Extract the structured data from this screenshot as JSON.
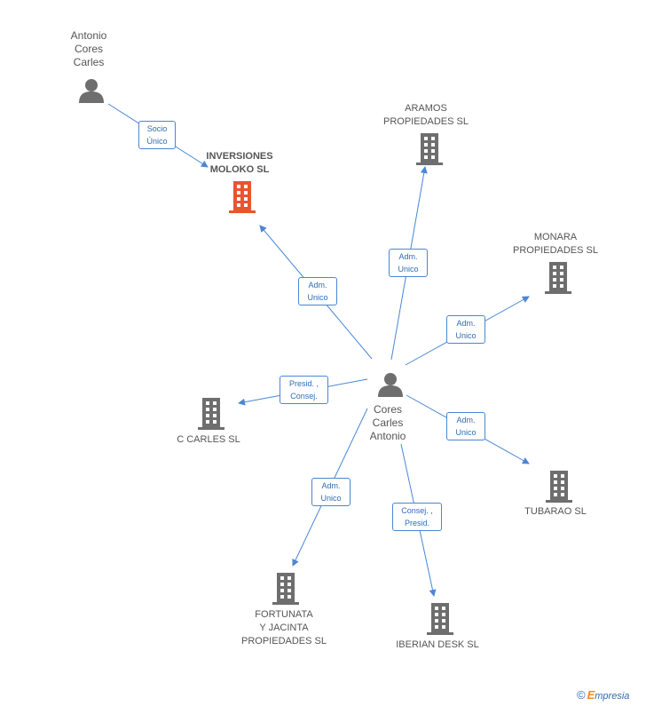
{
  "colors": {
    "edge": "#4a86d4",
    "building_default": "#6e6e6e",
    "building_focus": "#e8552e",
    "person": "#6e6e6e"
  },
  "nodes": {
    "antonio": {
      "lines": [
        "Antonio",
        "Cores",
        "Carles"
      ],
      "icon": "person-icon"
    },
    "inversiones": {
      "lines": [
        "INVERSIONES",
        "MOLOKO SL"
      ],
      "icon": "building-icon"
    },
    "aramos": {
      "lines": [
        "ARAMOS",
        "PROPIEDADES SL"
      ],
      "icon": "building-icon"
    },
    "monara": {
      "lines": [
        "MONARA",
        "PROPIEDADES SL"
      ],
      "icon": "building-icon"
    },
    "ccarles": {
      "lines": [
        "C CARLES SL"
      ],
      "icon": "building-icon"
    },
    "cores": {
      "lines": [
        "Cores",
        "Carles",
        "Antonio"
      ],
      "icon": "person-icon"
    },
    "tubarao": {
      "lines": [
        "TUBARAO SL"
      ],
      "icon": "building-icon"
    },
    "fortunata": {
      "lines": [
        "FORTUNATA",
        "Y JACINTA",
        "PROPIEDADES SL"
      ],
      "icon": "building-icon"
    },
    "iberian": {
      "lines": [
        "IBERIAN DESK SL"
      ],
      "icon": "building-icon"
    }
  },
  "relations": {
    "antonio_inversiones": [
      "Socio",
      "Único"
    ],
    "cores_inversiones": [
      "Adm.",
      "Unico"
    ],
    "cores_aramos": [
      "Adm.",
      "Unico"
    ],
    "cores_monara": [
      "Adm.",
      "Unico"
    ],
    "cores_ccarles": [
      "Presid. ,",
      "Consej."
    ],
    "cores_tubarao": [
      "Adm.",
      "Unico"
    ],
    "cores_fortunata": [
      "Adm.",
      "Unico"
    ],
    "cores_iberian": [
      "Consej. ,",
      "Presid."
    ]
  },
  "footer": {
    "copyright": "©",
    "brand_initial": "E",
    "brand_rest": "mpresia"
  }
}
